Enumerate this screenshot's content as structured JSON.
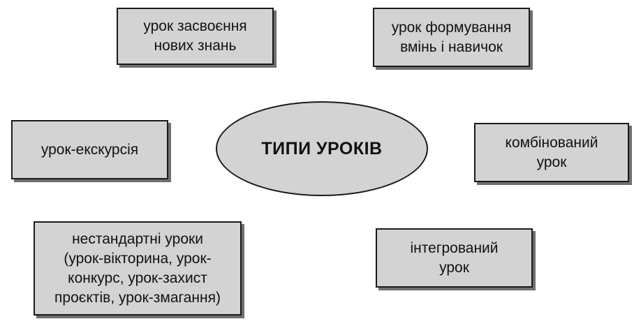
{
  "center": {
    "title": "ТИПИ УРОКІВ"
  },
  "types": [
    "урок засвоєння\nнових знань",
    "урок формування\nвмінь і навичок",
    "урок-екскурсія",
    "комбінований\nурок",
    "нестандартні уроки\n(урок-вікторина, урок-\nконкурс, урок-захист\nпроєктів, урок-змагання)",
    "інтегрований\nурок"
  ],
  "colors": {
    "box_fill": "#d3d3d3",
    "border": "#1a1a1a",
    "shadow": "#6f6f6f"
  }
}
